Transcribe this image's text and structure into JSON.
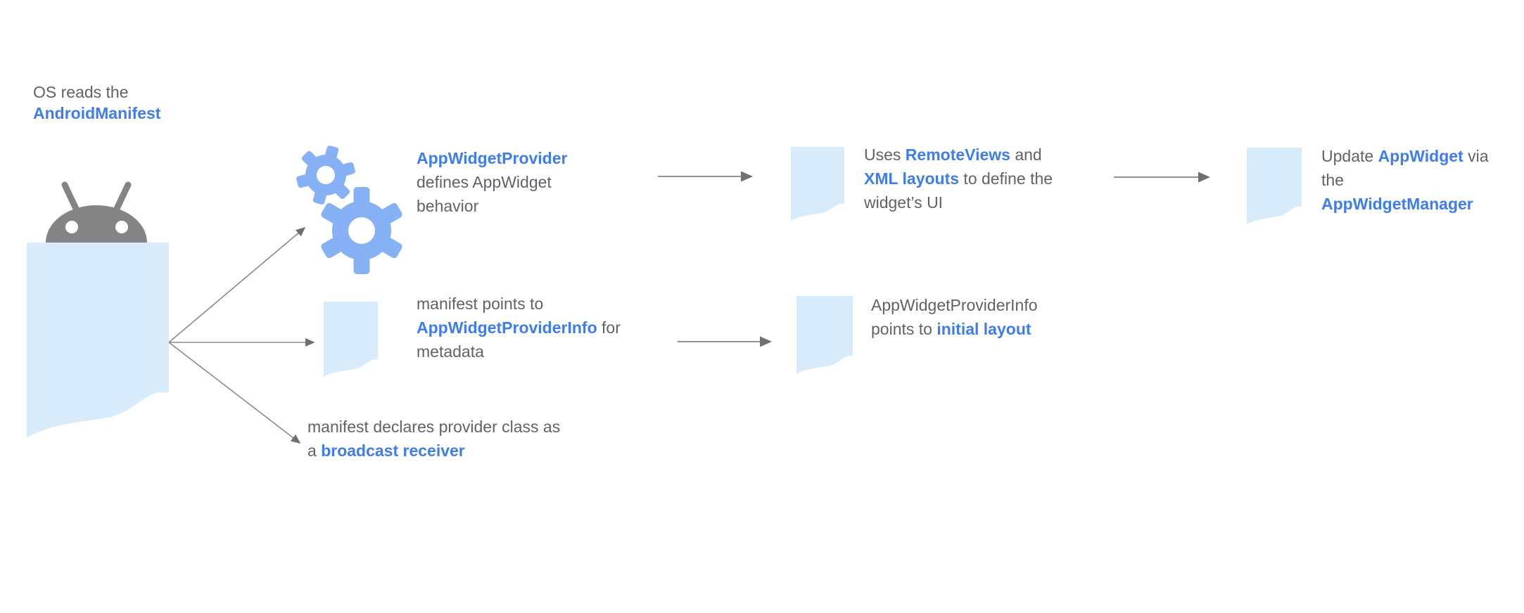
{
  "diagram": {
    "name": "appwidget-architecture-flow",
    "colors": {
      "background": "#FFFFFF",
      "link_blue": "#3E7DEB",
      "text_gray": "#5F6368",
      "doc_fill": "#D8EBFB",
      "gear_blue": "#87B1F5",
      "robot_gray": "#848484",
      "arrow_gray": "#8F8F8F"
    },
    "icons": {
      "robot": "android-robot-icon",
      "manifest_doc": "manifest-document-icon",
      "gears": "gears-icon",
      "doc": "document-icon"
    }
  },
  "blocks": {
    "os": {
      "lines": [
        [
          "OS reads the"
        ],
        [
          "AndroidManifest"
        ]
      ]
    },
    "provider": {
      "lines": [
        [
          "AppWidgetProvider"
        ],
        [
          "defines AppWidget"
        ],
        [
          "behavior"
        ]
      ]
    },
    "remoteviews": {
      "lines": [
        [
          "Uses ",
          "RemoteViews",
          " and"
        ],
        [
          "XML layouts",
          " to define the"
        ],
        [
          "widget’s UI"
        ]
      ]
    },
    "update": {
      "lines": [
        [
          "Update ",
          "AppWidget",
          " via"
        ],
        [
          "the"
        ],
        [
          "AppWidgetManager"
        ]
      ]
    },
    "metadata": {
      "lines": [
        [
          "manifest points to"
        ],
        [
          "AppWidgetProviderInfo",
          " for"
        ],
        [
          "metadata"
        ]
      ]
    },
    "provider_info": {
      "lines": [
        [
          "AppWidgetProviderInfo"
        ],
        [
          "points to ",
          "initial layout"
        ]
      ]
    },
    "broadcast": {
      "lines": [
        [
          "manifest declares provider class as"
        ],
        [
          "a ",
          "broadcast receiver"
        ]
      ]
    }
  }
}
